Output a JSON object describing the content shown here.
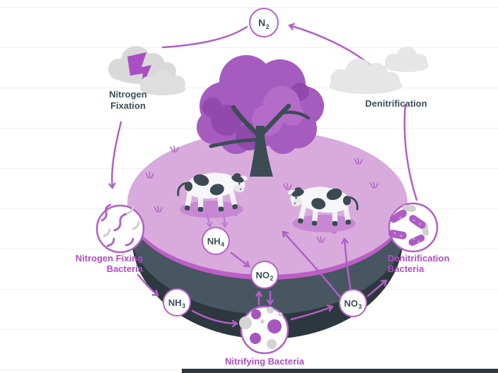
{
  "labels": {
    "nitrogen_fixation_line1": "Nitrogen",
    "nitrogen_fixation_line2": "Fixation",
    "denitrification": "Denitrification",
    "nitrogen_fixing_bacteria_line1": "Nitrogen Fixing",
    "nitrogen_fixing_bacteria_line2": "Bacteria",
    "denitrification_bacteria_line1": "Denitrification",
    "denitrification_bacteria_line2": "Bacteria",
    "nitrifying_bacteria": "Nitrifying Bacteria"
  },
  "molecules": {
    "n2": {
      "symbol": "N",
      "subscript": "2"
    },
    "nh4": {
      "symbol": "NH",
      "subscript": "4"
    },
    "no2": {
      "symbol": "NO",
      "subscript": "2"
    },
    "nh3": {
      "symbol": "NH",
      "subscript": "3"
    },
    "no3": {
      "symbol": "NO",
      "subscript": "3"
    }
  },
  "colors": {
    "accent_purple": "#b15fc7",
    "light_arrow_purple": "#c27cd4",
    "label_purple": "#b04cc5",
    "dark_slate_text": "#3f4e5a",
    "island_top": "#d9abdd",
    "island_rim": "#bc5fc5",
    "soil_light": "#475660",
    "soil_dark": "#2d383e",
    "foliage_purple": "#a55cbe",
    "cloud_gray": "#d9d9d9",
    "bacteria_gray": "#cccccc",
    "white": "#ffffff"
  },
  "diagram": {
    "type": "cycle",
    "flow": [
      {
        "from": "N2",
        "to": "Nitrogen Fixation"
      },
      {
        "from": "Nitrogen Fixation",
        "to": "Nitrogen Fixing Bacteria"
      },
      {
        "from": "Nitrogen Fixing Bacteria",
        "to": "NH3"
      },
      {
        "from": "NH3",
        "to": "Nitrifying Bacteria"
      },
      {
        "from": "Cows",
        "to": "NH4"
      },
      {
        "from": "NH4",
        "to": "NO2"
      },
      {
        "from": "NO2",
        "to": "Nitrifying Bacteria"
      },
      {
        "from": "Nitrifying Bacteria",
        "to": "NO2"
      },
      {
        "from": "Nitrifying Bacteria",
        "to": "NO3"
      },
      {
        "from": "NO3",
        "to": "Plants"
      },
      {
        "from": "NO3",
        "to": "Denitrification Bacteria"
      },
      {
        "from": "Denitrification Bacteria",
        "to": "N2"
      }
    ]
  }
}
